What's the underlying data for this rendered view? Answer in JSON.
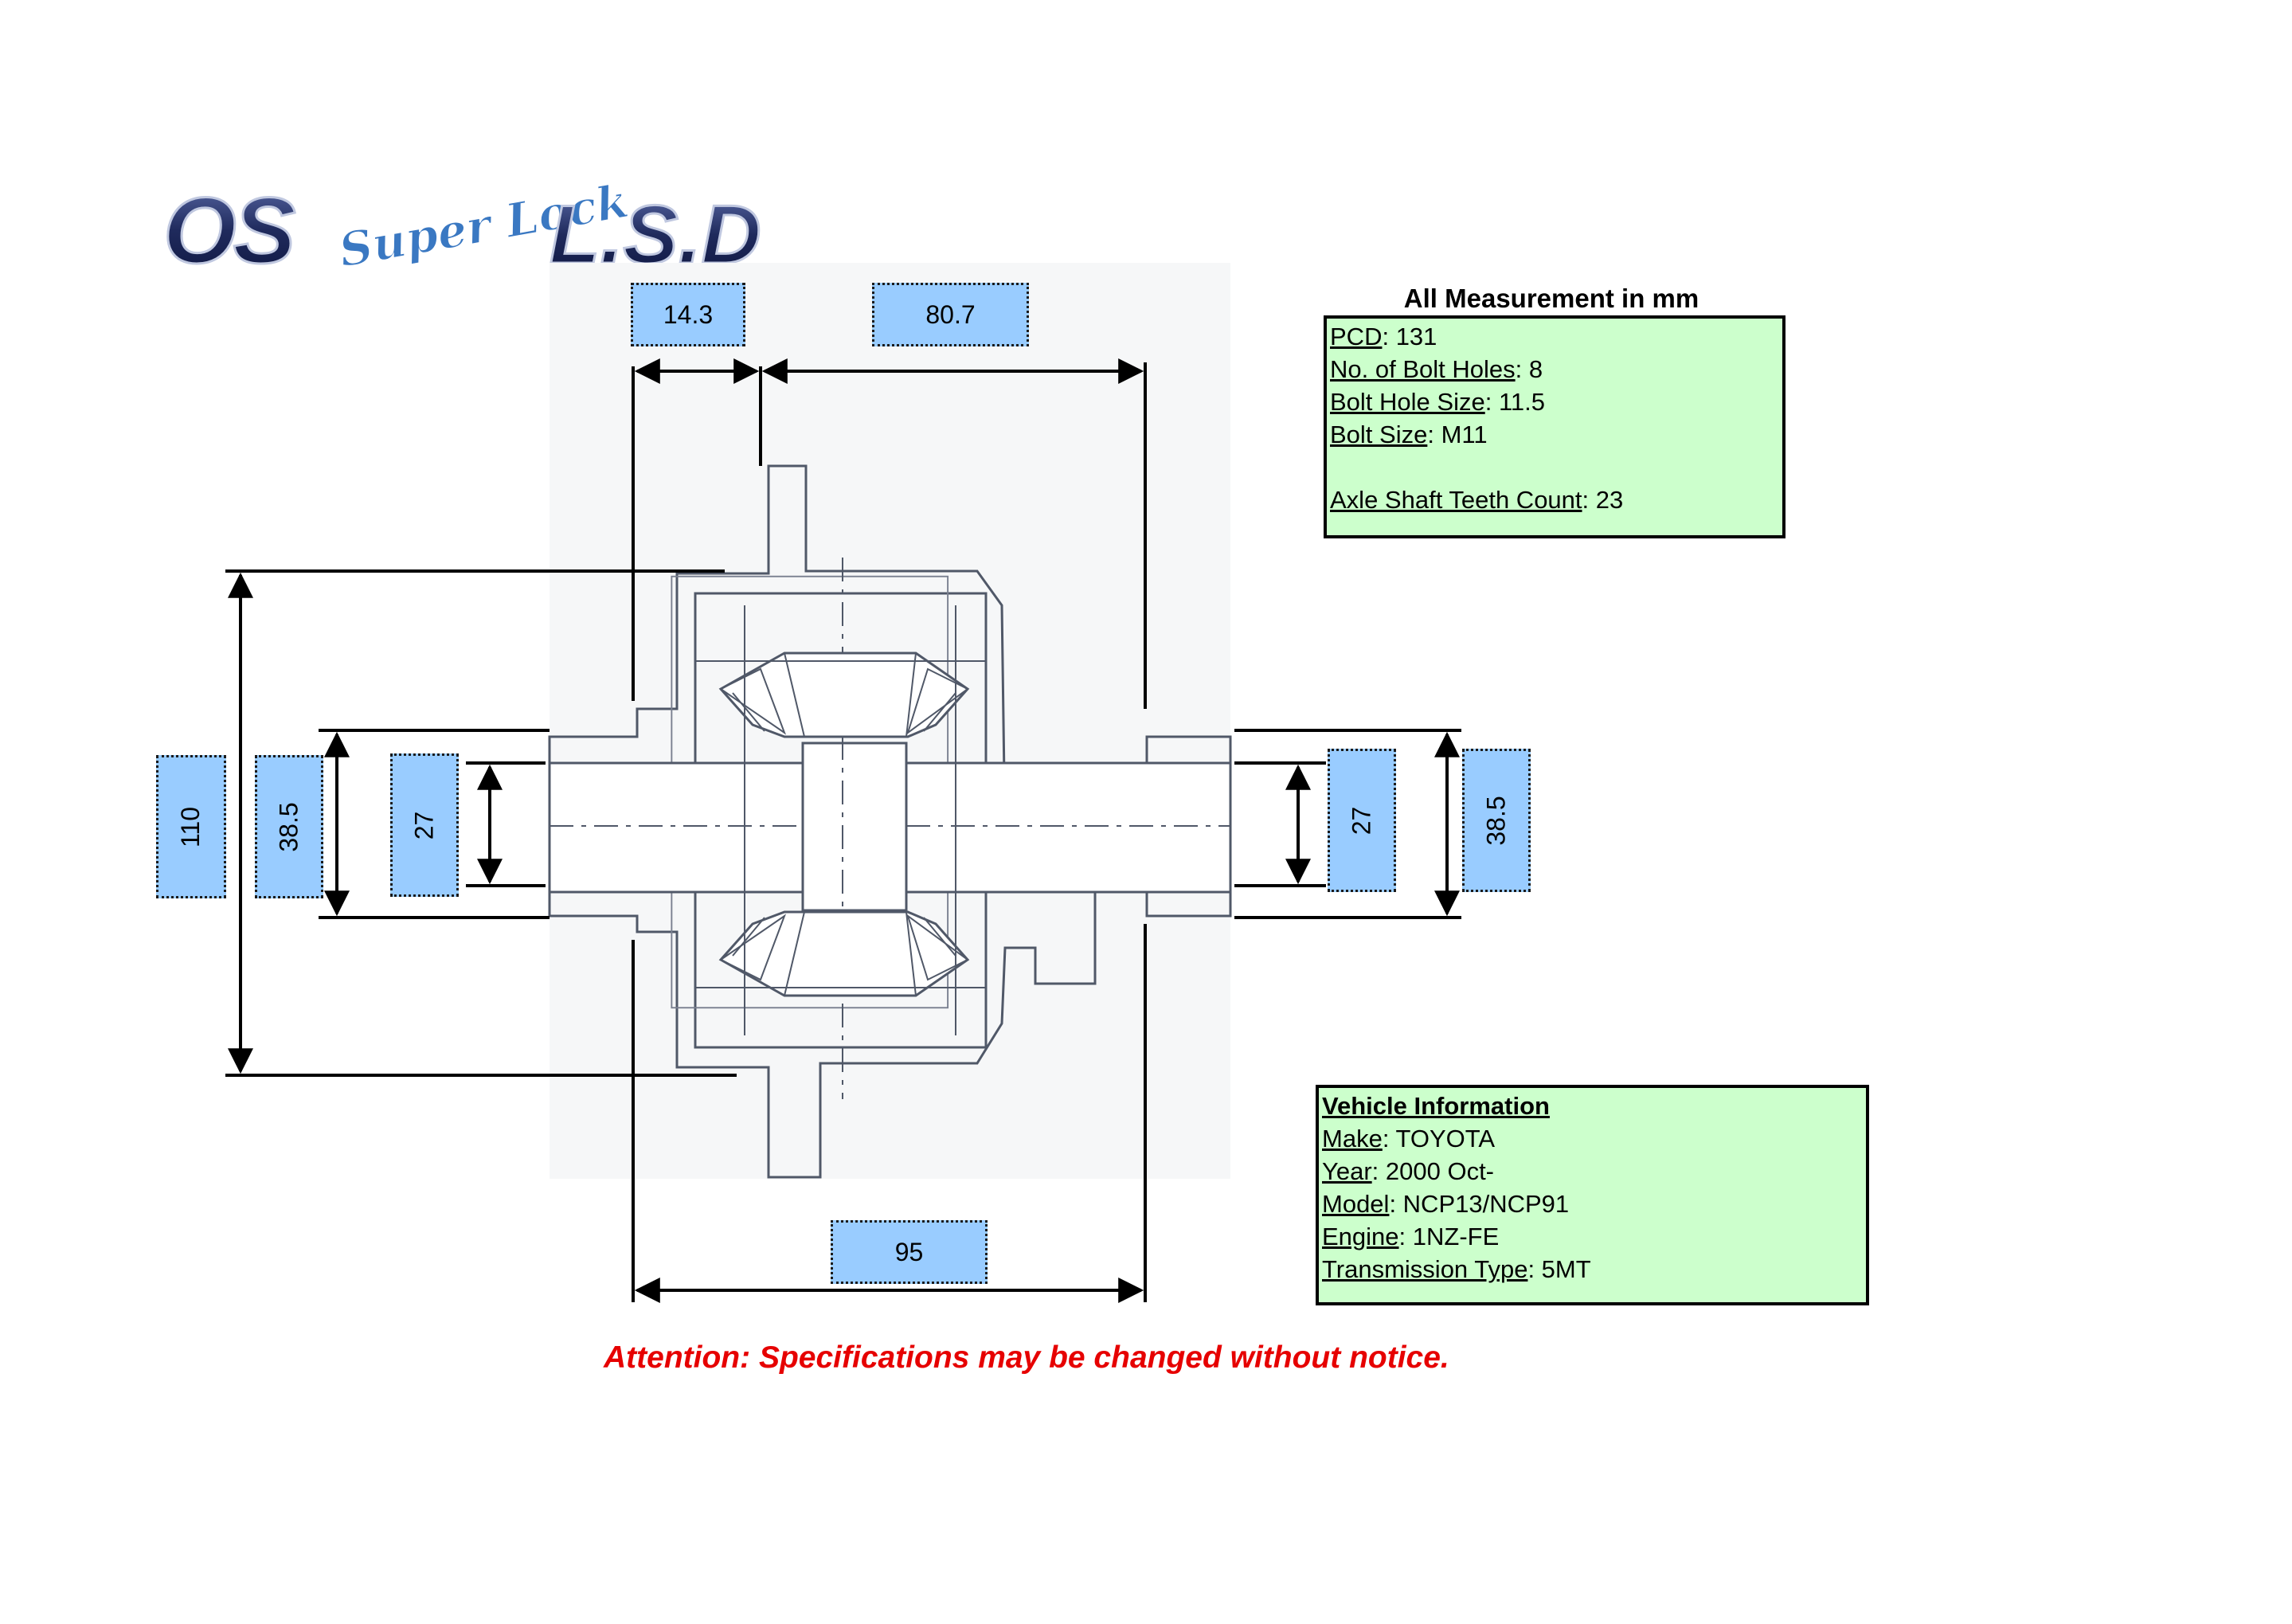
{
  "logo": {
    "text_main": "OS",
    "text_script": "Super Lock",
    "text_tail": "L.S.D"
  },
  "dimensions": {
    "flange_width": "14.3",
    "case_half_width": "80.7",
    "overall_width": "95",
    "flange_diameter": "110",
    "left_hub_diameter": "38.5",
    "left_bore_diameter": "27",
    "right_bore_diameter": "27",
    "right_hub_diameter": "38.5"
  },
  "specs": {
    "title": "All Measurement in mm",
    "rows": [
      {
        "label": "PCD",
        "value": "131"
      },
      {
        "label": "No. of Bolt Holes",
        "value": "8"
      },
      {
        "label": "Bolt Hole Size",
        "value": "11.5"
      },
      {
        "label": "Bolt Size",
        "value": "M11"
      },
      {
        "label": "Axle Shaft Teeth Count",
        "value": "23"
      }
    ]
  },
  "vehicle": {
    "title": "Vehicle Information",
    "rows": [
      {
        "label": "Make",
        "value": "TOYOTA"
      },
      {
        "label": "Year",
        "value": "2000 Oct-"
      },
      {
        "label": "Model",
        "value": "NCP13/NCP91"
      },
      {
        "label": "Engine",
        "value": "1NZ-FE"
      },
      {
        "label": "Transmission Type",
        "value": "5MT"
      }
    ]
  },
  "notice": "Attention: Specifications may be changed without notice.",
  "colors": {
    "dim_box_fill": "#99ccff",
    "panel_fill": "#ccffcc",
    "notice_red": "#e60000",
    "logo_navy": "#1f2a5c",
    "logo_blue": "#3a78c2"
  }
}
